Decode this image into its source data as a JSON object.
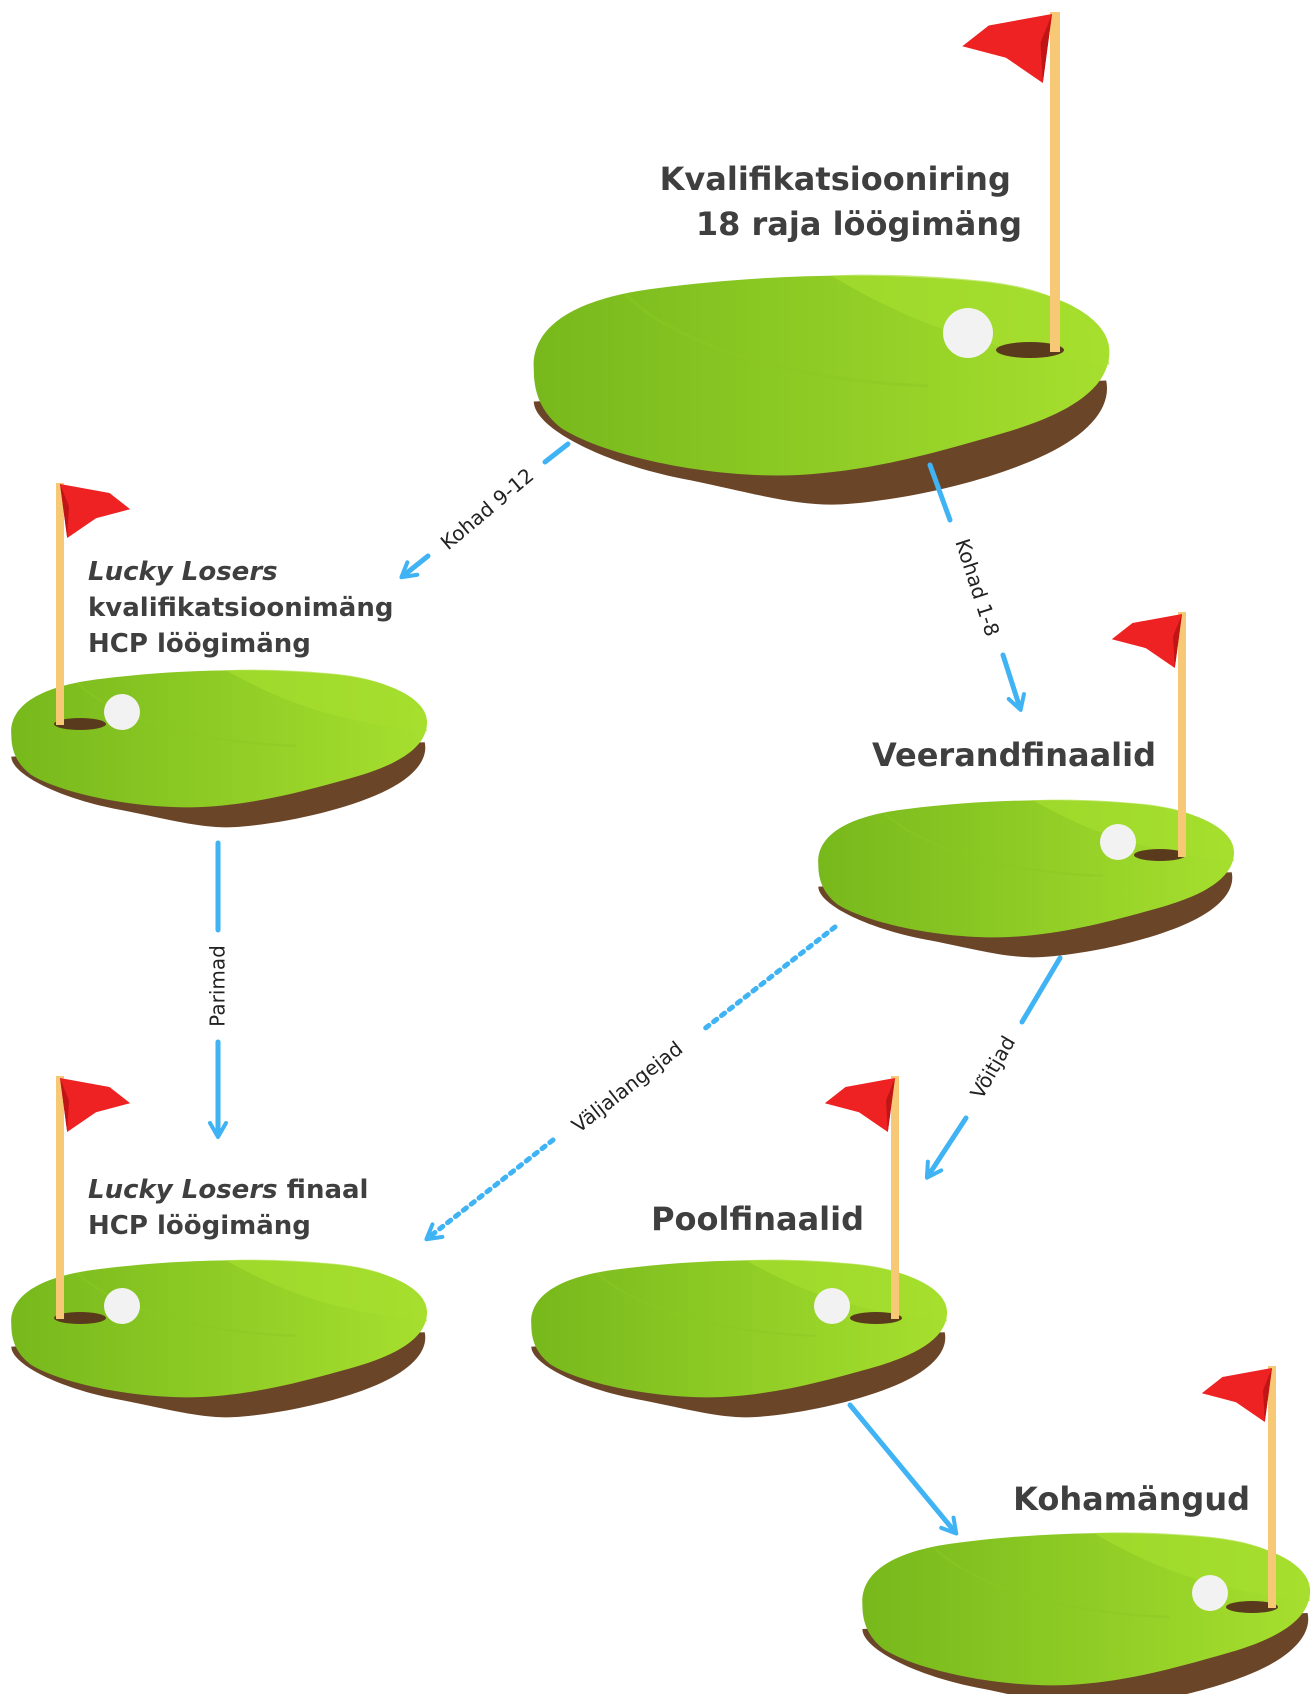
{
  "colors": {
    "grass_light": "#a6df2e",
    "grass_dark": "#77b81c",
    "soil": "#6b4528",
    "flag": "#ee2222",
    "pole": "#f7c977",
    "arrow": "#3fb3f3",
    "text": "#3f3f3f",
    "hole": "#5a3a1c",
    "ball": "#f2f2f2"
  },
  "stages": {
    "qualifying": {
      "line1": "Kvalifikatsiooniring",
      "line2": "18 raja löögimäng"
    },
    "lucky_losers_qual": {
      "line1": "Lucky Losers",
      "line2": "kvalifikatsioonimäng",
      "line3": "HCP löögimäng"
    },
    "quarterfinals": {
      "line1": "Veerandfinaalid"
    },
    "lucky_losers_final": {
      "line1_italic": "Lucky Losers",
      "line1_rest": " finaal",
      "line2": "HCP löögimäng"
    },
    "semifinals": {
      "line1": "Poolfinaalid"
    },
    "placement": {
      "line1": "Kohamängud"
    }
  },
  "edges": {
    "places_9_12": "Kohad 9-12",
    "places_1_8": "Kohad 1-8",
    "best": "Parimad",
    "eliminated": "Väljalangejad",
    "winners": "Võitjad"
  }
}
